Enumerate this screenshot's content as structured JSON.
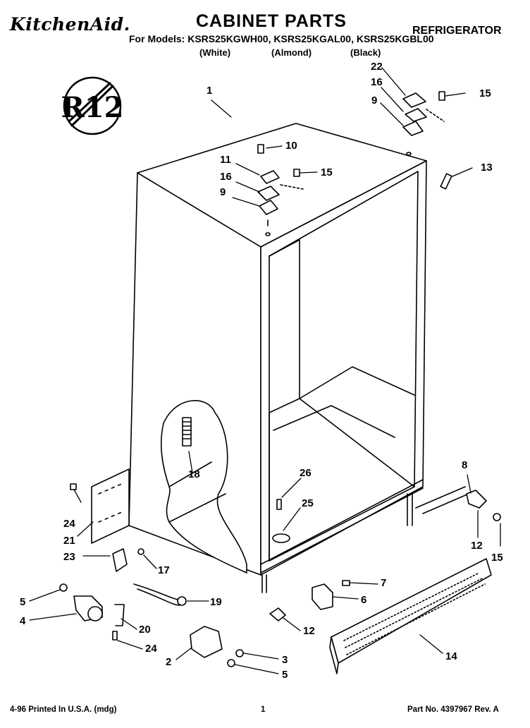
{
  "header": {
    "brand": "KitchenAid.",
    "title": "CABINET PARTS",
    "product": "REFRIGERATOR",
    "models": "For Models: KSRS25KGWH00, KSRS25KGAL00, KSRS25KGBL00",
    "colors": [
      "(White)",
      "(Almond)",
      "(Black)"
    ]
  },
  "badge": "R12",
  "callouts": {
    "c1": "1",
    "c2": "2",
    "c3": "3",
    "c4": "4",
    "c5a": "5",
    "c5b": "5",
    "c6": "6",
    "c7": "7",
    "c8": "8",
    "c9a": "9",
    "c9b": "9",
    "c10": "10",
    "c11": "11",
    "c12a": "12",
    "c12b": "12",
    "c13": "13",
    "c14": "14",
    "c15a": "15",
    "c15b": "15",
    "c15c": "15",
    "c16a": "16",
    "c16b": "16",
    "c17": "17",
    "c18": "18",
    "c19": "19",
    "c20": "20",
    "c21": "21",
    "c22": "22",
    "c23": "23",
    "c24a": "24",
    "c24b": "24",
    "c25": "25",
    "c26": "26"
  },
  "footer": {
    "printed": "4-96 Printed In U.S.A. (mdg)",
    "page": "1",
    "part_no": "Part No. 4397967 Rev. A"
  }
}
